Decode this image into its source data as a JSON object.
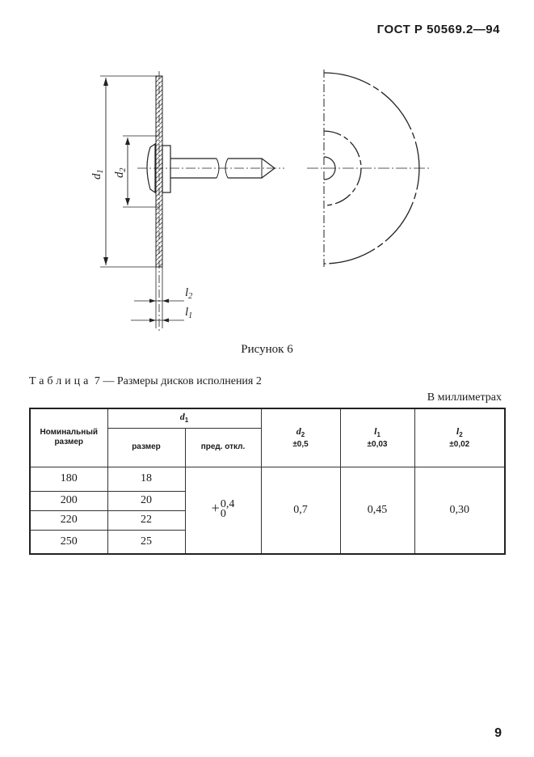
{
  "header": {
    "standard": "ГОСТ Р 50569.2—94"
  },
  "figure": {
    "caption": "Рисунок 6",
    "labels": {
      "d1": "d",
      "d1_sub": "1",
      "d2": "d",
      "d2_sub": "2",
      "l2": "l",
      "l2_sub": "2",
      "l1": "l",
      "l1_sub": "1"
    }
  },
  "table": {
    "label": "Таблица",
    "number": "7",
    "dash": "—",
    "title": "Размеры дисков исполнения 2",
    "units": "В миллиметрах",
    "headers": {
      "nominal": "Номинальный размер",
      "d1": "d",
      "d1_sub": "1",
      "size": "размер",
      "tol": "пред. откл.",
      "d2": "d",
      "d2_sub": "2",
      "d2_tol": "±0,5",
      "l1": "l",
      "l1_sub": "1",
      "l1_tol": "±0,03",
      "l2": "l",
      "l2_sub": "2",
      "l2_tol": "±0,02"
    },
    "rows": [
      {
        "nominal": "180",
        "size": "18"
      },
      {
        "nominal": "200",
        "size": "20"
      },
      {
        "nominal": "220",
        "size": "22"
      },
      {
        "nominal": "250",
        "size": "25"
      }
    ],
    "tol_upper": "0,4",
    "tol_lower": "0",
    "d2_value": "0,7",
    "l1_value": "0,45",
    "l2_value": "0,30"
  },
  "page_number": "9"
}
